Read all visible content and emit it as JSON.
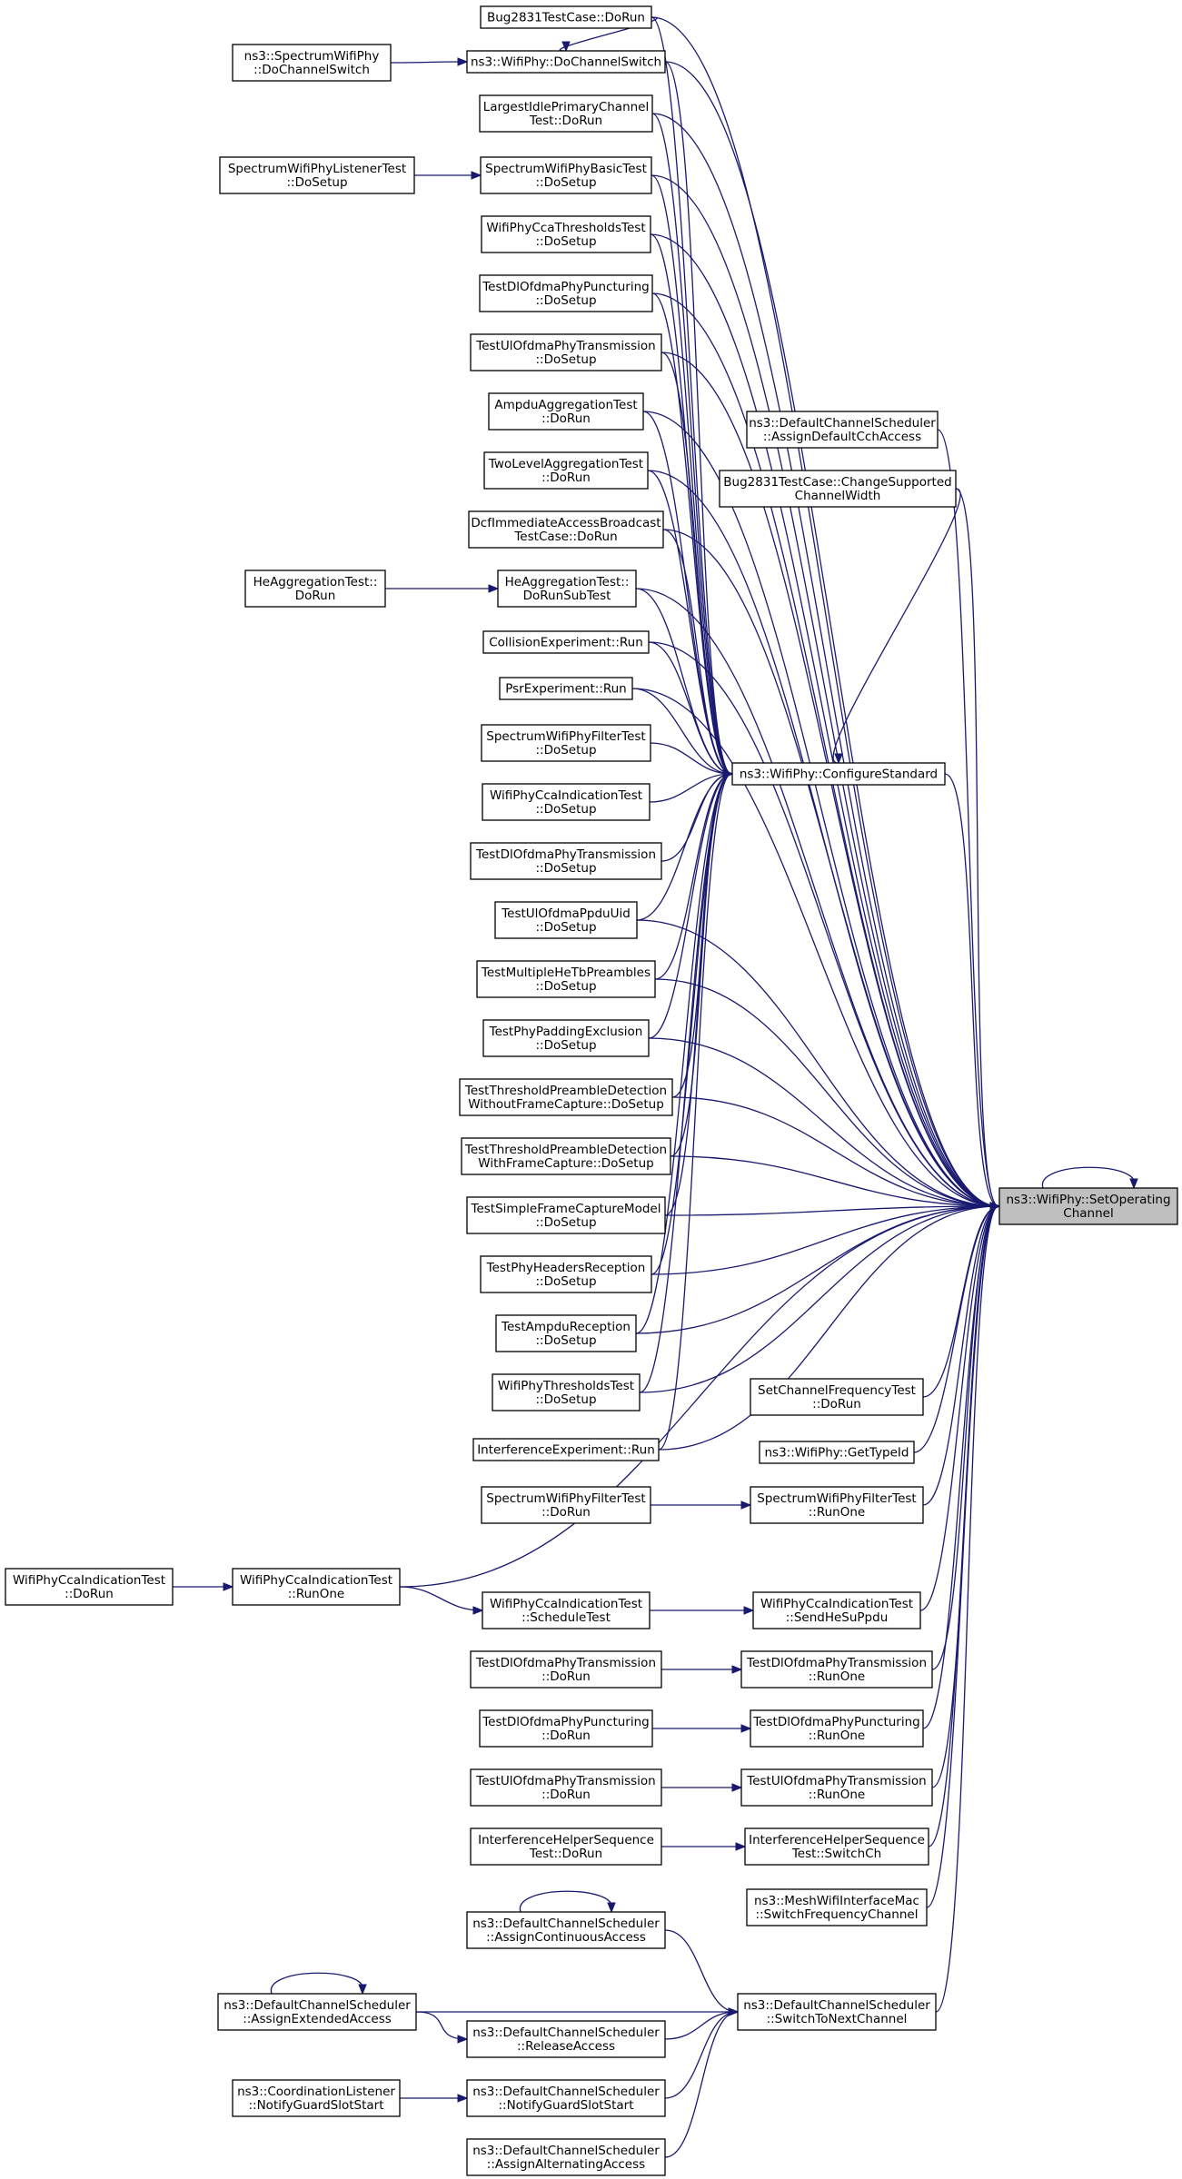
{
  "diagram": {
    "root": "setop",
    "nodes": [
      {
        "id": "setop",
        "lines": [
          "ns3::WifiPhy::SetOperating",
          "Channel"
        ],
        "root": true
      },
      {
        "id": "cfg",
        "lines": [
          "ns3::WifiPhy::ConfigureStandard"
        ]
      },
      {
        "id": "dcs",
        "lines": [
          "ns3::WifiPhy::DoChannelSwitch"
        ]
      },
      {
        "id": "bug_run",
        "lines": [
          "Bug2831TestCase::DoRun"
        ]
      },
      {
        "id": "swp_dcs",
        "lines": [
          "ns3::SpectrumWifiPhy",
          "::DoChannelSwitch"
        ]
      },
      {
        "id": "lip",
        "lines": [
          "LargestIdlePrimaryChannel",
          "Test::DoRun"
        ]
      },
      {
        "id": "swpl",
        "lines": [
          "SpectrumWifiPhyListenerTest",
          "::DoSetup"
        ]
      },
      {
        "id": "swpb",
        "lines": [
          "SpectrumWifiPhyBasicTest",
          "::DoSetup"
        ]
      },
      {
        "id": "wcct",
        "lines": [
          "WifiPhyCcaThresholdsTest",
          "::DoSetup"
        ]
      },
      {
        "id": "tdpp",
        "lines": [
          "TestDlOfdmaPhyPuncturing",
          "::DoSetup"
        ]
      },
      {
        "id": "tupt",
        "lines": [
          "TestUlOfdmaPhyTransmission",
          "::DoSetup"
        ]
      },
      {
        "id": "aat",
        "lines": [
          "AmpduAggregationTest",
          "::DoRun"
        ]
      },
      {
        "id": "tlat",
        "lines": [
          "TwoLevelAggregationTest",
          "::DoRun"
        ]
      },
      {
        "id": "diab",
        "lines": [
          "DcfImmediateAccessBroadcast",
          "TestCase::DoRun"
        ]
      },
      {
        "id": "heat_run",
        "lines": [
          "HeAggregationTest::",
          "DoRun"
        ]
      },
      {
        "id": "heat_sub",
        "lines": [
          "HeAggregationTest::",
          "DoRunSubTest"
        ]
      },
      {
        "id": "colexp",
        "lines": [
          "CollisionExperiment::Run"
        ]
      },
      {
        "id": "psrexp",
        "lines": [
          "PsrExperiment::Run"
        ]
      },
      {
        "id": "swpft_setup",
        "lines": [
          "SpectrumWifiPhyFilterTest",
          "::DoSetup"
        ]
      },
      {
        "id": "wcit_setup",
        "lines": [
          "WifiPhyCcaIndicationTest",
          "::DoSetup"
        ]
      },
      {
        "id": "tdpt_setup",
        "lines": [
          "TestDlOfdmaPhyTransmission",
          "::DoSetup"
        ]
      },
      {
        "id": "tupu",
        "lines": [
          "TestUlOfdmaPpduUid",
          "::DoSetup"
        ]
      },
      {
        "id": "tmhtp",
        "lines": [
          "TestMultipleHeTbPreambles",
          "::DoSetup"
        ]
      },
      {
        "id": "tppe",
        "lines": [
          "TestPhyPaddingExclusion",
          "::DoSetup"
        ]
      },
      {
        "id": "ttpd_wo",
        "lines": [
          "TestThresholdPreambleDetection",
          "WithoutFrameCapture::DoSetup"
        ]
      },
      {
        "id": "ttpd_w",
        "lines": [
          "TestThresholdPreambleDetection",
          "WithFrameCapture::DoSetup"
        ]
      },
      {
        "id": "tsfcm",
        "lines": [
          "TestSimpleFrameCaptureModel",
          "::DoSetup"
        ]
      },
      {
        "id": "tphr",
        "lines": [
          "TestPhyHeadersReception",
          "::DoSetup"
        ]
      },
      {
        "id": "tar",
        "lines": [
          "TestAmpduReception",
          "::DoSetup"
        ]
      },
      {
        "id": "wptt",
        "lines": [
          "WifiPhyThresholdsTest",
          "::DoSetup"
        ]
      },
      {
        "id": "intexp",
        "lines": [
          "InterferenceExperiment::Run"
        ]
      },
      {
        "id": "dcs_cch",
        "lines": [
          "ns3::DefaultChannelScheduler",
          "::AssignDefaultCchAccess"
        ]
      },
      {
        "id": "bug_csw",
        "lines": [
          "Bug2831TestCase::ChangeSupported",
          "ChannelWidth"
        ]
      },
      {
        "id": "scft",
        "lines": [
          "SetChannelFrequencyTest",
          "::DoRun"
        ]
      },
      {
        "id": "gettype",
        "lines": [
          "ns3::WifiPhy::GetTypeId"
        ]
      },
      {
        "id": "swpft_dorun",
        "lines": [
          "SpectrumWifiPhyFilterTest",
          "::DoRun"
        ]
      },
      {
        "id": "swpft_runone",
        "lines": [
          "SpectrumWifiPhyFilterTest",
          "::RunOne"
        ]
      },
      {
        "id": "wcit_dorun",
        "lines": [
          "WifiPhyCcaIndicationTest",
          "::DoRun"
        ]
      },
      {
        "id": "wcit_runone",
        "lines": [
          "WifiPhyCcaIndicationTest",
          "::RunOne"
        ]
      },
      {
        "id": "wcit_sched",
        "lines": [
          "WifiPhyCcaIndicationTest",
          "::ScheduleTest"
        ]
      },
      {
        "id": "wcit_sendhe",
        "lines": [
          "WifiPhyCcaIndicationTest",
          "::SendHeSuPpdu"
        ]
      },
      {
        "id": "tdpt_dorun",
        "lines": [
          "TestDlOfdmaPhyTransmission",
          "::DoRun"
        ]
      },
      {
        "id": "tdpt_runone",
        "lines": [
          "TestDlOfdmaPhyTransmission",
          "::RunOne"
        ]
      },
      {
        "id": "tdpp_dorun",
        "lines": [
          "TestDlOfdmaPhyPuncturing",
          "::DoRun"
        ]
      },
      {
        "id": "tdpp_runone",
        "lines": [
          "TestDlOfdmaPhyPuncturing",
          "::RunOne"
        ]
      },
      {
        "id": "tupt_dorun",
        "lines": [
          "TestUlOfdmaPhyTransmission",
          "::DoRun"
        ]
      },
      {
        "id": "tupt_runone",
        "lines": [
          "TestUlOfdmaPhyTransmission",
          "::RunOne"
        ]
      },
      {
        "id": "ihs_dorun",
        "lines": [
          "InterferenceHelperSequence",
          "Test::DoRun"
        ]
      },
      {
        "id": "ihs_switch",
        "lines": [
          "InterferenceHelperSequence",
          "Test::SwitchCh"
        ]
      },
      {
        "id": "mesh_sfc",
        "lines": [
          "ns3::MeshWifiInterfaceMac",
          "::SwitchFrequencyChannel"
        ]
      },
      {
        "id": "dcs_cont",
        "lines": [
          "ns3::DefaultChannelScheduler",
          "::AssignContinuousAccess"
        ]
      },
      {
        "id": "dcs_next",
        "lines": [
          "ns3::DefaultChannelScheduler",
          "::SwitchToNextChannel"
        ]
      },
      {
        "id": "dcs_ext",
        "lines": [
          "ns3::DefaultChannelScheduler",
          "::AssignExtendedAccess"
        ]
      },
      {
        "id": "dcs_rel",
        "lines": [
          "ns3::DefaultChannelScheduler",
          "::ReleaseAccess"
        ]
      },
      {
        "id": "coord",
        "lines": [
          "ns3::CoordinationListener",
          "::NotifyGuardSlotStart"
        ]
      },
      {
        "id": "dcs_ngs",
        "lines": [
          "ns3::DefaultChannelScheduler",
          "::NotifyGuardSlotStart"
        ]
      },
      {
        "id": "dcs_alt",
        "lines": [
          "ns3::DefaultChannelScheduler",
          "::AssignAlternatingAccess"
        ]
      }
    ],
    "edges": [
      [
        "bug_run",
        "dcs"
      ],
      [
        "swp_dcs",
        "dcs"
      ],
      [
        "swpl",
        "swpb"
      ],
      [
        "heat_run",
        "heat_sub"
      ],
      [
        "dcs",
        "cfg"
      ],
      [
        "bug_run",
        "cfg"
      ],
      [
        "lip",
        "cfg"
      ],
      [
        "swpb",
        "cfg"
      ],
      [
        "wcct",
        "cfg"
      ],
      [
        "tdpp",
        "cfg"
      ],
      [
        "tupt",
        "cfg"
      ],
      [
        "aat",
        "cfg"
      ],
      [
        "tlat",
        "cfg"
      ],
      [
        "diab",
        "cfg"
      ],
      [
        "heat_sub",
        "cfg"
      ],
      [
        "colexp",
        "cfg"
      ],
      [
        "psrexp",
        "cfg"
      ],
      [
        "swpft_setup",
        "cfg"
      ],
      [
        "wcit_setup",
        "cfg"
      ],
      [
        "tdpt_setup",
        "cfg"
      ],
      [
        "tupu",
        "cfg"
      ],
      [
        "tmhtp",
        "cfg"
      ],
      [
        "tppe",
        "cfg"
      ],
      [
        "ttpd_wo",
        "cfg"
      ],
      [
        "ttpd_w",
        "cfg"
      ],
      [
        "tsfcm",
        "cfg"
      ],
      [
        "tphr",
        "cfg"
      ],
      [
        "tar",
        "cfg"
      ],
      [
        "wptt",
        "cfg"
      ],
      [
        "intexp",
        "cfg"
      ],
      [
        "bug_csw",
        "cfg"
      ],
      [
        "cfg",
        "setop"
      ],
      [
        "setop",
        "setop"
      ],
      [
        "dcs",
        "setop"
      ],
      [
        "bug_run",
        "setop"
      ],
      [
        "lip",
        "setop"
      ],
      [
        "swpb",
        "setop"
      ],
      [
        "wcct",
        "setop"
      ],
      [
        "tdpp",
        "setop"
      ],
      [
        "tupt",
        "setop"
      ],
      [
        "aat",
        "setop"
      ],
      [
        "tlat",
        "setop"
      ],
      [
        "diab",
        "setop"
      ],
      [
        "heat_sub",
        "setop"
      ],
      [
        "colexp",
        "setop"
      ],
      [
        "psrexp",
        "setop"
      ],
      [
        "dcs_cch",
        "setop"
      ],
      [
        "bug_csw",
        "setop"
      ],
      [
        "tupu",
        "setop"
      ],
      [
        "tmhtp",
        "setop"
      ],
      [
        "tppe",
        "setop"
      ],
      [
        "ttpd_wo",
        "setop"
      ],
      [
        "ttpd_w",
        "setop"
      ],
      [
        "tsfcm",
        "setop"
      ],
      [
        "tphr",
        "setop"
      ],
      [
        "tar",
        "setop"
      ],
      [
        "wptt",
        "setop"
      ],
      [
        "intexp",
        "setop"
      ],
      [
        "scft",
        "setop"
      ],
      [
        "gettype",
        "setop"
      ],
      [
        "swpft_runone",
        "setop"
      ],
      [
        "wcit_runone",
        "setop"
      ],
      [
        "wcit_sendhe",
        "setop"
      ],
      [
        "tdpt_runone",
        "setop"
      ],
      [
        "tdpp_runone",
        "setop"
      ],
      [
        "tupt_runone",
        "setop"
      ],
      [
        "ihs_switch",
        "setop"
      ],
      [
        "mesh_sfc",
        "setop"
      ],
      [
        "dcs_next",
        "setop"
      ],
      [
        "swpft_dorun",
        "swpft_runone"
      ],
      [
        "wcit_dorun",
        "wcit_runone"
      ],
      [
        "wcit_runone",
        "wcit_sched"
      ],
      [
        "wcit_sched",
        "wcit_sendhe"
      ],
      [
        "tdpt_dorun",
        "tdpt_runone"
      ],
      [
        "tdpp_dorun",
        "tdpp_runone"
      ],
      [
        "tupt_dorun",
        "tupt_runone"
      ],
      [
        "ihs_dorun",
        "ihs_switch"
      ],
      [
        "dcs_cont",
        "dcs_cont"
      ],
      [
        "dcs_ext",
        "dcs_ext"
      ],
      [
        "dcs_cont",
        "dcs_next"
      ],
      [
        "dcs_ext",
        "dcs_next"
      ],
      [
        "dcs_ext",
        "dcs_rel"
      ],
      [
        "dcs_rel",
        "dcs_next"
      ],
      [
        "coord",
        "dcs_ngs"
      ],
      [
        "dcs_ngs",
        "dcs_next"
      ],
      [
        "dcs_alt",
        "dcs_next"
      ]
    ]
  }
}
